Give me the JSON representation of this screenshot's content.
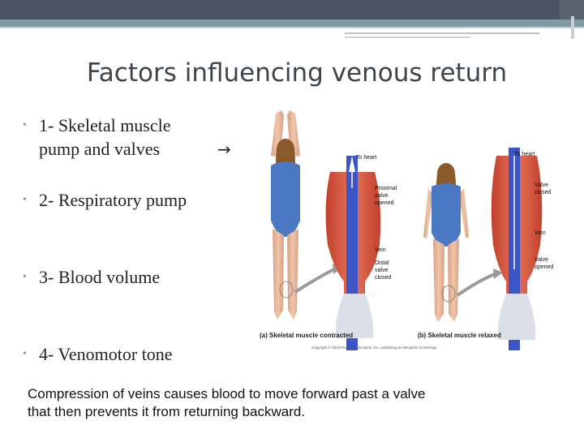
{
  "slide": {
    "title": "Factors influencing venous return",
    "bullets": [
      {
        "line1": "1- Skeletal muscle",
        "line2": "pump  and valves"
      },
      {
        "line1": "2- Respiratory pump"
      },
      {
        "line1": "3- Blood volume"
      },
      {
        "line1": "4- Venomotor  tone"
      }
    ],
    "arrow": "→",
    "caption_line1": "Compression of veins causes blood to move forward past a valve",
    "caption_line2": "that then prevents it from returning backward."
  },
  "diagram": {
    "label_to_heart_a": "To heart",
    "label_to_heart_b": "To heart",
    "label_proximal_1": "Proximal",
    "label_proximal_2": "valve",
    "label_proximal_3": "opened",
    "label_vein_a": "Vein",
    "label_distal_1": "Distal",
    "label_distal_2": "valve",
    "label_distal_3": "closed",
    "label_valve_closed_1": "Valve",
    "label_valve_closed_2": "closed",
    "label_vein_b": "Vein",
    "label_valve_opened_1": "Valve",
    "label_valve_opened_2": "opened",
    "caption_a": "(a) Skeletal muscle contracted",
    "caption_b": "(b) Skeletal muscle relaxed",
    "copyright": "Copyright © 2003 Pearson Education, Inc. publishing as Benjamin Cummings"
  },
  "colors": {
    "bar_dark": "#4a5363",
    "bar_band": "#7f9aa2",
    "bullet": "#7d9aa3",
    "muscle": "#d9533a",
    "vein": "#3b55c7",
    "suit": "#4b78c2",
    "skin": "#e8b79a",
    "hair": "#8b5a2b"
  },
  "icons": [
    "bullet-dot-icon",
    "right-arrow-icon"
  ]
}
